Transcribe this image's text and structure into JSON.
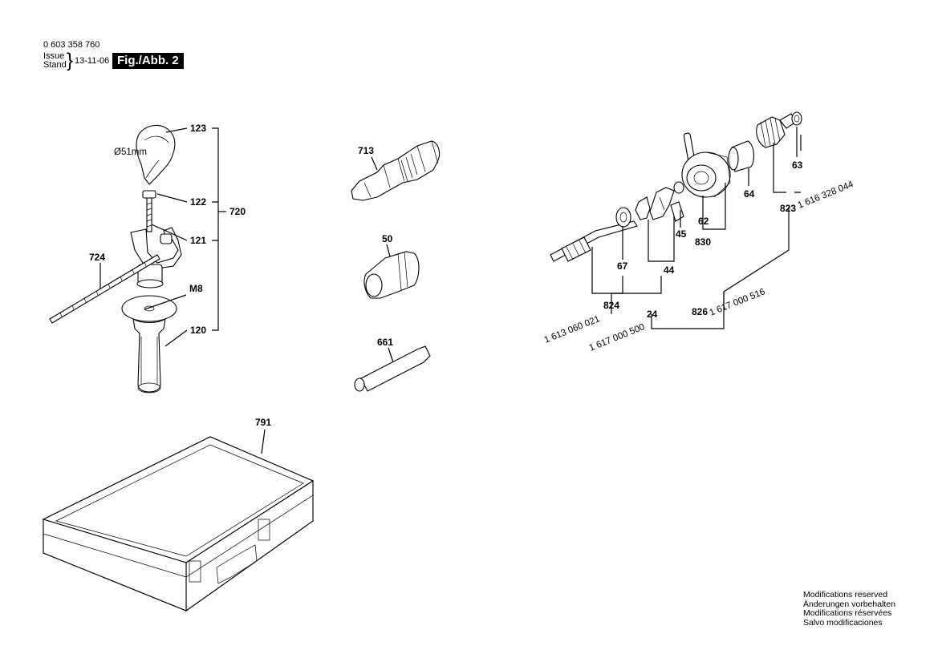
{
  "header": {
    "part_number": "0 603 358 760",
    "issue_label": "Issue",
    "stand_label": "Stand",
    "date": "13-11-06",
    "figure": "Fig./Abb. 2"
  },
  "callouts": {
    "c123": "123",
    "c122": "122",
    "c121": "121",
    "c120": "120",
    "c720": "720",
    "c724": "724",
    "m8": "M8",
    "diameter": "Ø51mm",
    "c713": "713",
    "c50": "50",
    "c661": "661",
    "c791": "791",
    "c63": "63",
    "c64": "64",
    "c62": "62",
    "c830": "830",
    "c45": "45",
    "c44": "44",
    "c67": "67",
    "c824": "824",
    "c24": "24",
    "c826": "826",
    "c823": "823"
  },
  "part_numbers": {
    "p824": "1 613 060 021",
    "p24": "1 617 000 500",
    "p826": "1 617 000 516",
    "p823": "1 616 328 044"
  },
  "notes": [
    "Modifications reserved",
    "Änderungen vorbehalten",
    "Modifications réservées",
    "Salvo modificaciones"
  ]
}
